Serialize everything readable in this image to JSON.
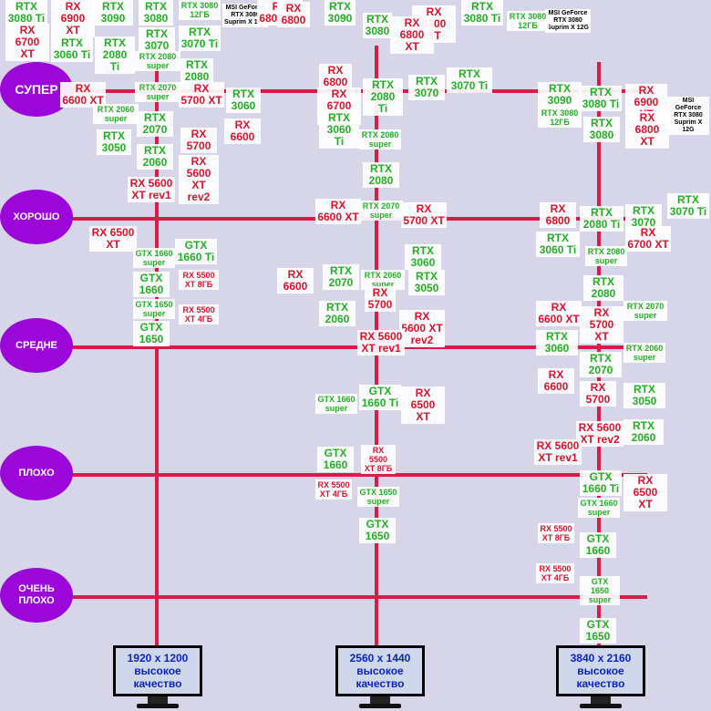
{
  "levels": [
    "СУПЕР",
    "ХОРОШО",
    "СРЕДНЕ",
    "ПЛОХО",
    "ОЧЕНЬ ПЛОХО"
  ],
  "monitors": [
    {
      "resolution": "1920 x 1200",
      "quality": "высокое качество"
    },
    {
      "resolution": "2560 x 1440",
      "quality": "высокое качество"
    },
    {
      "resolution": "3840 x 2160",
      "quality": "высокое качество"
    }
  ],
  "colors": {
    "background": "#d6d6e8",
    "line": "#d81c4a",
    "level": "#9b07d9",
    "nvidia": "#21b021",
    "amd": "#e0102a",
    "monitor_text": "#0a23c8"
  },
  "cards": [
    {
      "name": "RTX 3080 Ti",
      "c": "green"
    },
    {
      "name": "RX 6900 XT",
      "c": "red"
    },
    {
      "name": "RTX 3090",
      "c": "green"
    },
    {
      "name": "RTX 3080",
      "c": "green"
    },
    {
      "name": "RTX 3080 12ГБ",
      "c": "green",
      "s": "s"
    },
    {
      "name": "MSI GeForce RTX 3080 Suprim X 12G",
      "c": "black",
      "s": "xs"
    },
    {
      "name": "RX 6800 XT",
      "c": "red"
    },
    {
      "name": "RTX 3090",
      "c": "green"
    },
    {
      "name": "RX 6900 XT",
      "c": "red"
    },
    {
      "name": "RTX 3080 Ti",
      "c": "green"
    },
    {
      "name": "MSI GeForce RTX 3080 Suprim X 12G",
      "c": "black",
      "s": "xs"
    },
    {
      "name": "RX 6700 XT",
      "c": "red"
    },
    {
      "name": "RTX 3060 Ti",
      "c": "green"
    },
    {
      "name": "RTX 2080 Ti",
      "c": "green"
    },
    {
      "name": "RTX 3070",
      "c": "green"
    },
    {
      "name": "RTX 3070 Ti",
      "c": "green"
    },
    {
      "name": "RX 6800",
      "c": "red"
    },
    {
      "name": "RTX 3080",
      "c": "green"
    },
    {
      "name": "RX 6800 XT",
      "c": "red"
    },
    {
      "name": "RTX 3080 12ГБ",
      "c": "green",
      "s": "s"
    },
    {
      "name": "RTX 2080 super",
      "c": "green",
      "s": "s"
    },
    {
      "name": "RTX 2080",
      "c": "green"
    },
    {
      "name": "RX 6600 XT",
      "c": "red"
    },
    {
      "name": "RTX 2070 super",
      "c": "green",
      "s": "s"
    },
    {
      "name": "RX 5700 XT",
      "c": "red"
    },
    {
      "name": "RTX 3060",
      "c": "green"
    },
    {
      "name": "RTX 2060 super",
      "c": "green",
      "s": "s"
    },
    {
      "name": "RTX 2070",
      "c": "green"
    },
    {
      "name": "RX 6600",
      "c": "red"
    },
    {
      "name": "RTX 3050",
      "c": "green"
    },
    {
      "name": "RX 5700",
      "c": "red"
    },
    {
      "name": "RTX 2060",
      "c": "green"
    },
    {
      "name": "RX 5600 XT rev2",
      "c": "red"
    },
    {
      "name": "RX 5600 XT rev1",
      "c": "red"
    },
    {
      "name": "RX 6800",
      "c": "red"
    },
    {
      "name": "RTX 2080 Ti",
      "c": "green"
    },
    {
      "name": "RTX 3070",
      "c": "green"
    },
    {
      "name": "RTX 3070 Ti",
      "c": "green"
    },
    {
      "name": "RX 6700 XT",
      "c": "red"
    },
    {
      "name": "RTX 3060 Ti",
      "c": "green"
    },
    {
      "name": "RTX 2080 super",
      "c": "green",
      "s": "s"
    },
    {
      "name": "RTX 2080",
      "c": "green"
    },
    {
      "name": "RTX 3090",
      "c": "green"
    },
    {
      "name": "RTX 3080 Ti",
      "c": "green"
    },
    {
      "name": "RX 6900 XT",
      "c": "red"
    },
    {
      "name": "MSI GeForce RTX 3080 Suprim X 12G",
      "c": "black",
      "s": "xs"
    },
    {
      "name": "RTX 3080 12ГБ",
      "c": "green",
      "s": "s"
    },
    {
      "name": "RTX 3080",
      "c": "green"
    },
    {
      "name": "RX 6800 XT",
      "c": "red"
    },
    {
      "name": "RX 6600 XT",
      "c": "red"
    },
    {
      "name": "RTX 2070 super",
      "c": "green",
      "s": "s"
    },
    {
      "name": "RX 5700 XT",
      "c": "red"
    },
    {
      "name": "RX 6800",
      "c": "red"
    },
    {
      "name": "RTX 2080 Ti",
      "c": "green"
    },
    {
      "name": "RTX 3070",
      "c": "green"
    },
    {
      "name": "RTX 3070 Ti",
      "c": "green"
    },
    {
      "name": "RX 6700 XT",
      "c": "red"
    },
    {
      "name": "RX 6500 XT",
      "c": "red"
    },
    {
      "name": "GTX 1660 super",
      "c": "green",
      "s": "s"
    },
    {
      "name": "GTX 1660 Ti",
      "c": "green"
    },
    {
      "name": "GTX 1660",
      "c": "green"
    },
    {
      "name": "RX 5500 XT 8ГБ",
      "c": "red",
      "s": "s"
    },
    {
      "name": "GTX 1650 super",
      "c": "green",
      "s": "s"
    },
    {
      "name": "RX 5500 XT 4ГБ",
      "c": "red",
      "s": "s"
    },
    {
      "name": "GTX 1650",
      "c": "green"
    },
    {
      "name": "RX 6600",
      "c": "red"
    },
    {
      "name": "RTX 2070",
      "c": "green"
    },
    {
      "name": "RTX 2060 super",
      "c": "green",
      "s": "s"
    },
    {
      "name": "RTX 3060",
      "c": "green"
    },
    {
      "name": "RX 5700",
      "c": "red"
    },
    {
      "name": "RTX 3050",
      "c": "green"
    },
    {
      "name": "RTX 2060",
      "c": "green"
    },
    {
      "name": "RX 5600 XT rev2",
      "c": "red"
    },
    {
      "name": "RX 5600 XT rev1",
      "c": "red"
    },
    {
      "name": "RTX 3060 Ti",
      "c": "green"
    },
    {
      "name": "RTX 2080 super",
      "c": "green",
      "s": "s"
    },
    {
      "name": "RTX 2080",
      "c": "green"
    },
    {
      "name": "RX 6600 XT",
      "c": "red"
    },
    {
      "name": "RX 5700 XT",
      "c": "red"
    },
    {
      "name": "RTX 2070 super",
      "c": "green",
      "s": "s"
    },
    {
      "name": "RTX 3060",
      "c": "green"
    },
    {
      "name": "RTX 2070",
      "c": "green"
    },
    {
      "name": "RTX 2060 super",
      "c": "green",
      "s": "s"
    },
    {
      "name": "RX 6600",
      "c": "red"
    },
    {
      "name": "RX 5700",
      "c": "red"
    },
    {
      "name": "RTX 3050",
      "c": "green"
    },
    {
      "name": "RX 5600 XT rev2",
      "c": "red"
    },
    {
      "name": "RTX 2060",
      "c": "green"
    },
    {
      "name": "RX 5600 XT rev1",
      "c": "red"
    },
    {
      "name": "GTX 1660 super",
      "c": "green",
      "s": "s"
    },
    {
      "name": "GTX 1660 Ti",
      "c": "green"
    },
    {
      "name": "RX 6500 XT",
      "c": "red"
    },
    {
      "name": "GTX 1660",
      "c": "green"
    },
    {
      "name": "RX 5500 XT 8ГБ",
      "c": "red",
      "s": "s"
    },
    {
      "name": "RX 5500 XT 4ГБ",
      "c": "red",
      "s": "s"
    },
    {
      "name": "GTX 1650 super",
      "c": "green",
      "s": "s"
    },
    {
      "name": "GTX 1650",
      "c": "green"
    },
    {
      "name": "GTX 1660 Ti",
      "c": "green"
    },
    {
      "name": "RX 6500 XT",
      "c": "red"
    },
    {
      "name": "GTX 1660 super",
      "c": "green",
      "s": "s"
    },
    {
      "name": "RX 5500 XT 8ГБ",
      "c": "red",
      "s": "s"
    },
    {
      "name": "GTX 1660",
      "c": "green"
    },
    {
      "name": "RX 5500 XT 4ГБ",
      "c": "red",
      "s": "s"
    },
    {
      "name": "GTX 1650 super",
      "c": "green",
      "s": "s"
    },
    {
      "name": "GTX 1650",
      "c": "green"
    }
  ]
}
